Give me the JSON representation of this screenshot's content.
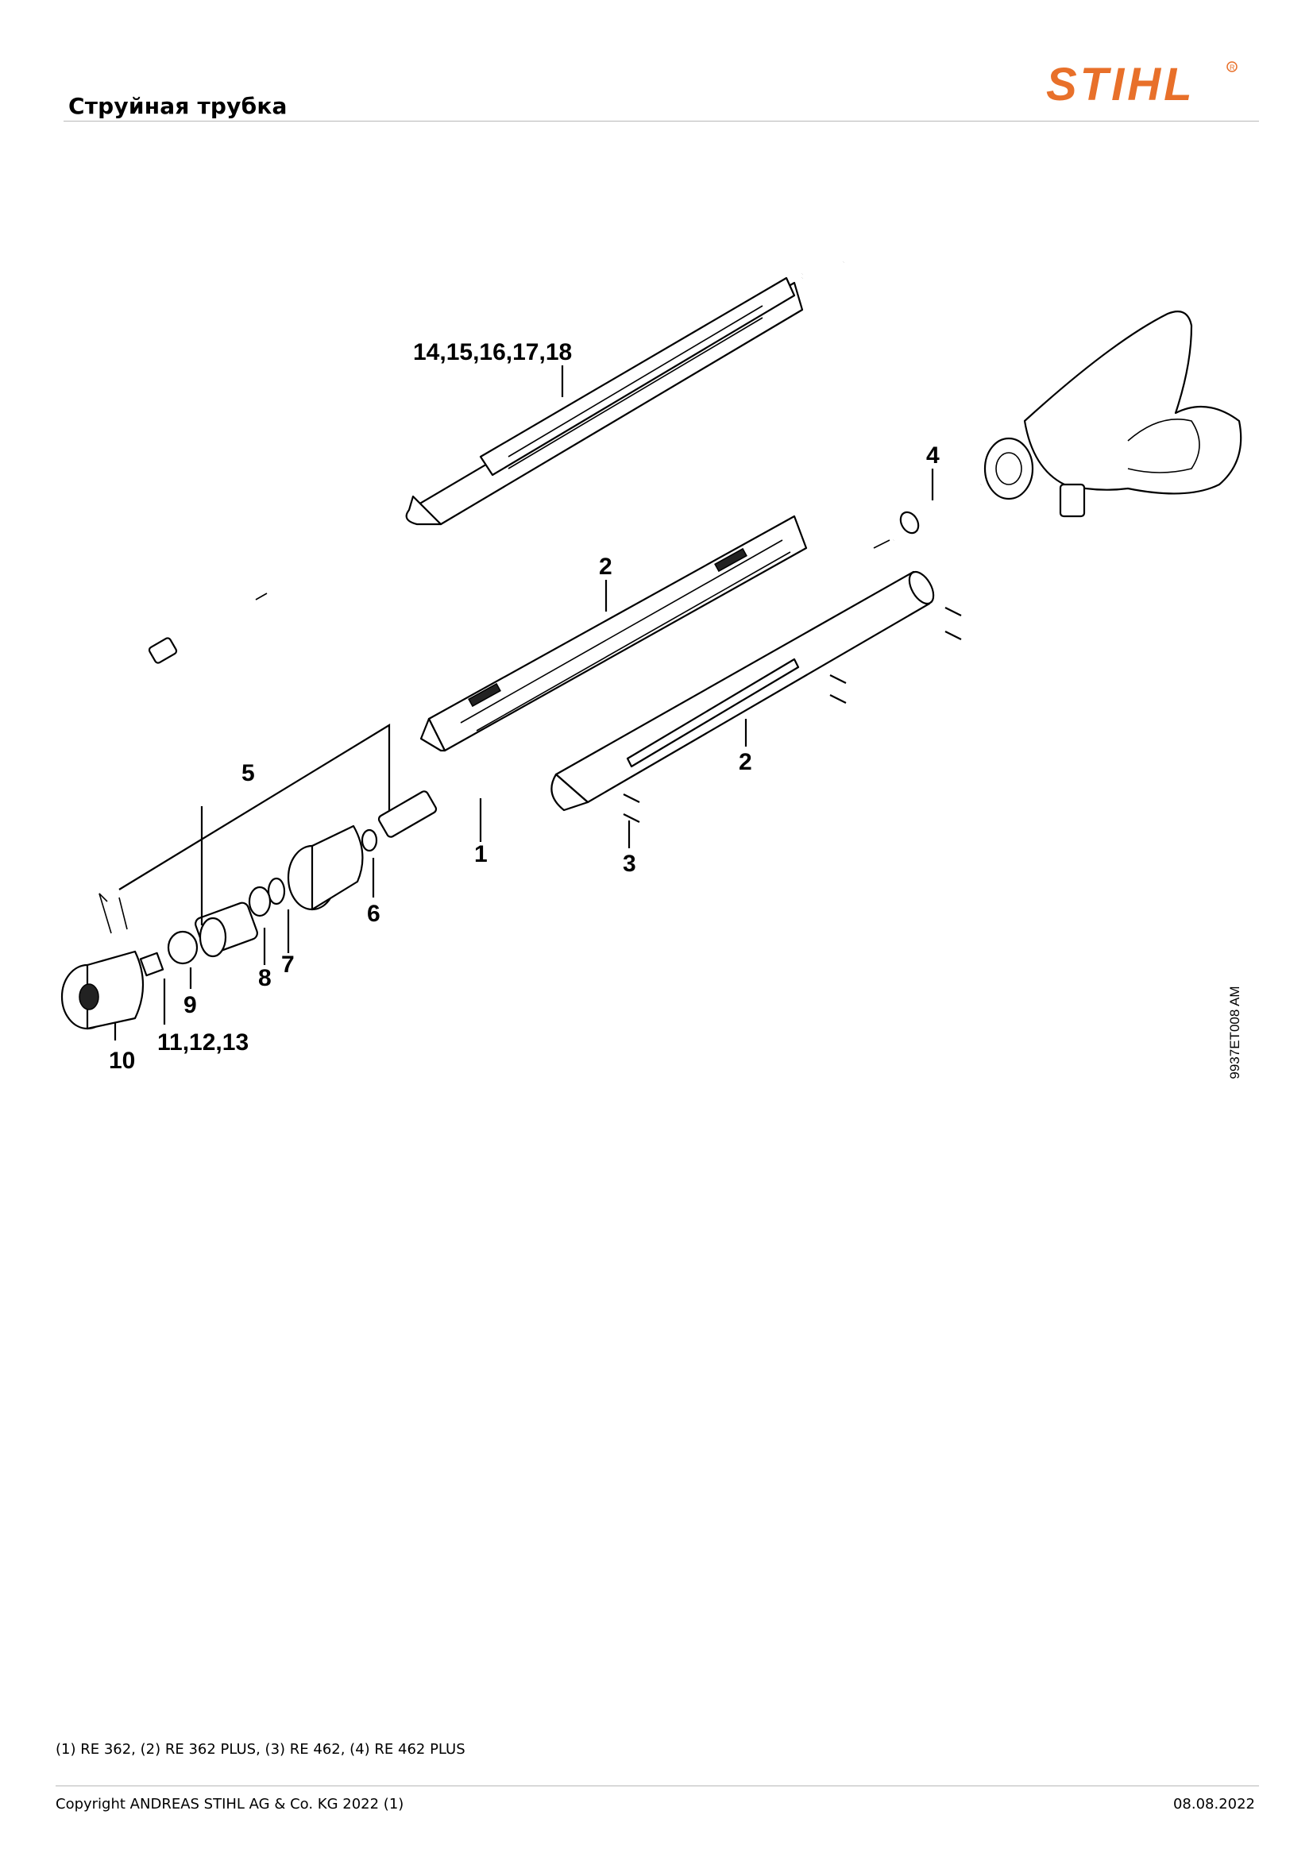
{
  "header": {
    "title": "Струйная трубка",
    "brand": "STIHL"
  },
  "diagram": {
    "drawing_id": "9937ET008 AM",
    "callouts": {
      "c1": "1",
      "c2a": "2",
      "c2b": "2",
      "c3": "3",
      "c4": "4",
      "c5": "5",
      "c6": "6",
      "c7": "7",
      "c8": "8",
      "c9": "9",
      "c10": "10",
      "c11": "11,12,13",
      "c14": "14,15,16,17,18"
    }
  },
  "footer": {
    "models": "(1) RE 362, (2) RE 362 PLUS, (3) RE 462, (4) RE 462 PLUS",
    "copyright": "Copyright ANDREAS STIHL AG & Co. KG 2022 (1)",
    "date": "08.08.2022"
  },
  "colors": {
    "brand_orange": "#E8702A"
  }
}
